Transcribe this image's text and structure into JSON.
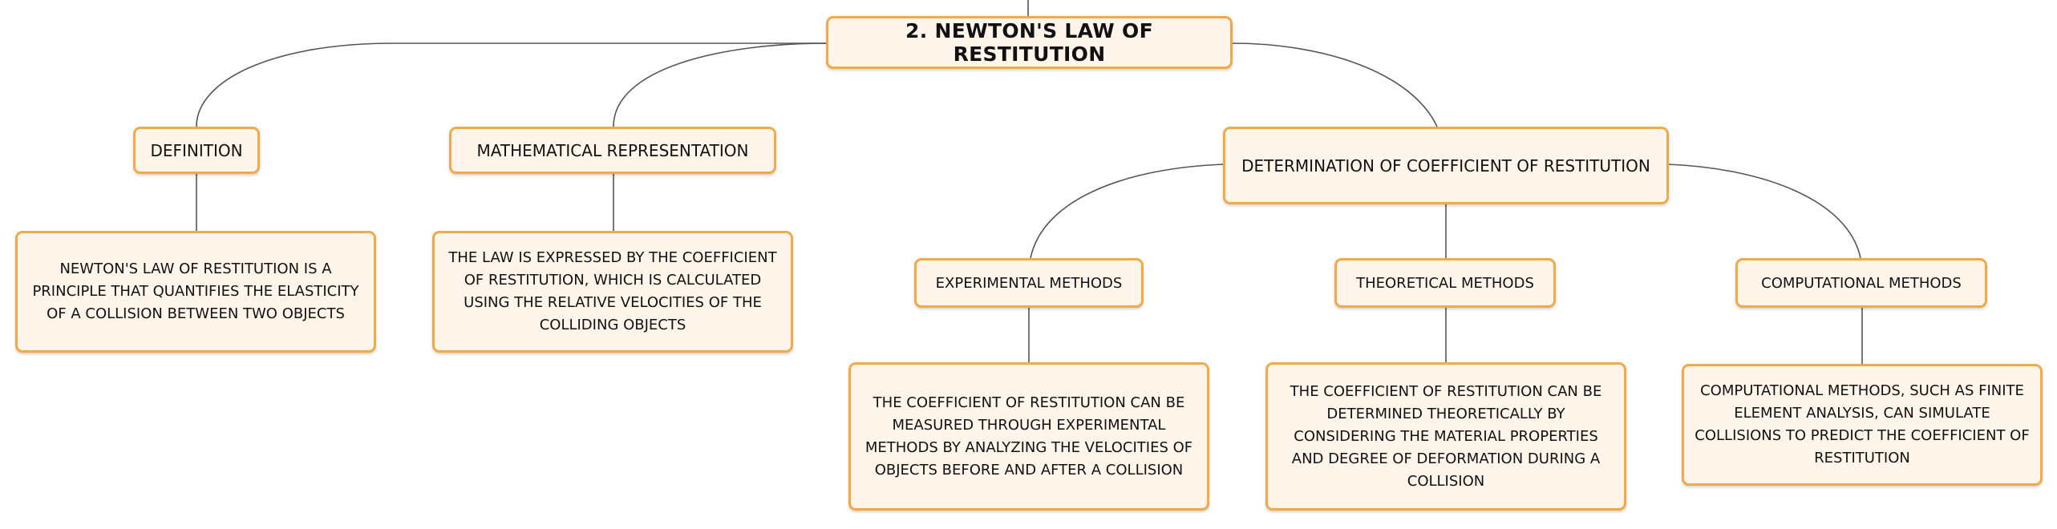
{
  "root": {
    "label": "2. NEWTON'S LAW OF RESTITUTION"
  },
  "definition": {
    "label": "DEFINITION",
    "detail": "NEWTON'S LAW OF RESTITUTION IS A PRINCIPLE THAT QUANTIFIES THE ELASTICITY OF A COLLISION BETWEEN TWO OBJECTS"
  },
  "math": {
    "label": "MATHEMATICAL REPRESENTATION",
    "detail": "THE LAW IS EXPRESSED BY THE COEFFICIENT OF RESTITUTION, WHICH IS CALCULATED USING THE RELATIVE VELOCITIES OF THE COLLIDING OBJECTS"
  },
  "determination": {
    "label": "DETERMINATION OF COEFFICIENT OF RESTITUTION",
    "experimental": {
      "label": "EXPERIMENTAL METHODS",
      "detail": "THE COEFFICIENT OF RESTITUTION CAN BE MEASURED THROUGH EXPERIMENTAL METHODS BY ANALYZING THE VELOCITIES OF OBJECTS BEFORE AND AFTER A COLLISION"
    },
    "theoretical": {
      "label": "THEORETICAL METHODS",
      "detail": "THE COEFFICIENT OF RESTITUTION CAN BE DETERMINED THEORETICALLY BY CONSIDERING THE MATERIAL PROPERTIES AND DEGREE OF DEFORMATION DURING A COLLISION"
    },
    "computational": {
      "label": "COMPUTATIONAL METHODS",
      "detail": "COMPUTATIONAL METHODS, SUCH AS FINITE ELEMENT ANALYSIS, CAN SIMULATE COLLISIONS TO PREDICT THE COEFFICIENT OF RESTITUTION"
    }
  }
}
